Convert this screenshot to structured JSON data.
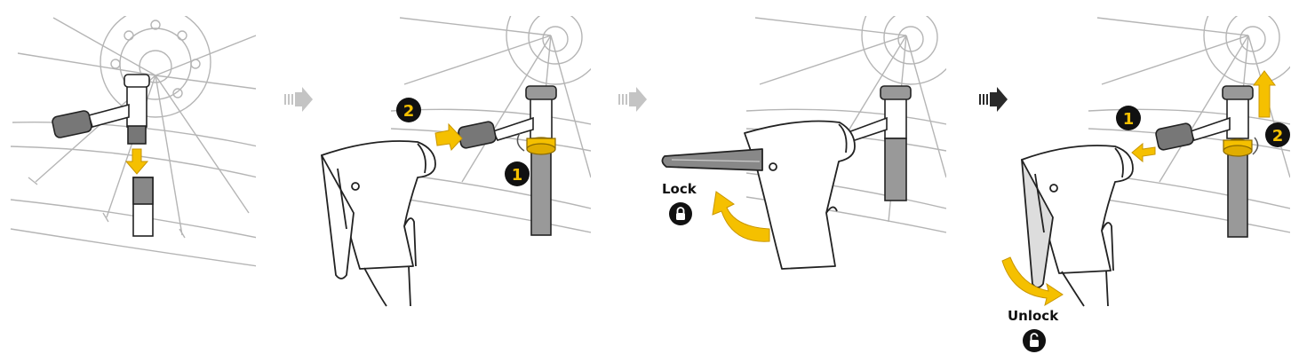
{
  "steps": [
    {
      "id": "step-1",
      "action": "remove-valve-cap"
    },
    {
      "id": "step-2",
      "markers": [
        "1",
        "2"
      ]
    },
    {
      "id": "step-3",
      "lever": {
        "label": "Lock",
        "icon": "lock-icon"
      }
    },
    {
      "id": "step-4",
      "markers": [
        "1",
        "2"
      ],
      "lever": {
        "label": "Unlock",
        "icon": "unlock-icon"
      }
    }
  ],
  "colors": {
    "accent": "#f5c000",
    "accent_dark": "#c99600",
    "line": "#222222",
    "wheel_line": "#b5b5b5",
    "arrow_light": "#c4c4c4",
    "arrow_dark": "#2a2a2a",
    "badge": "#111111"
  }
}
